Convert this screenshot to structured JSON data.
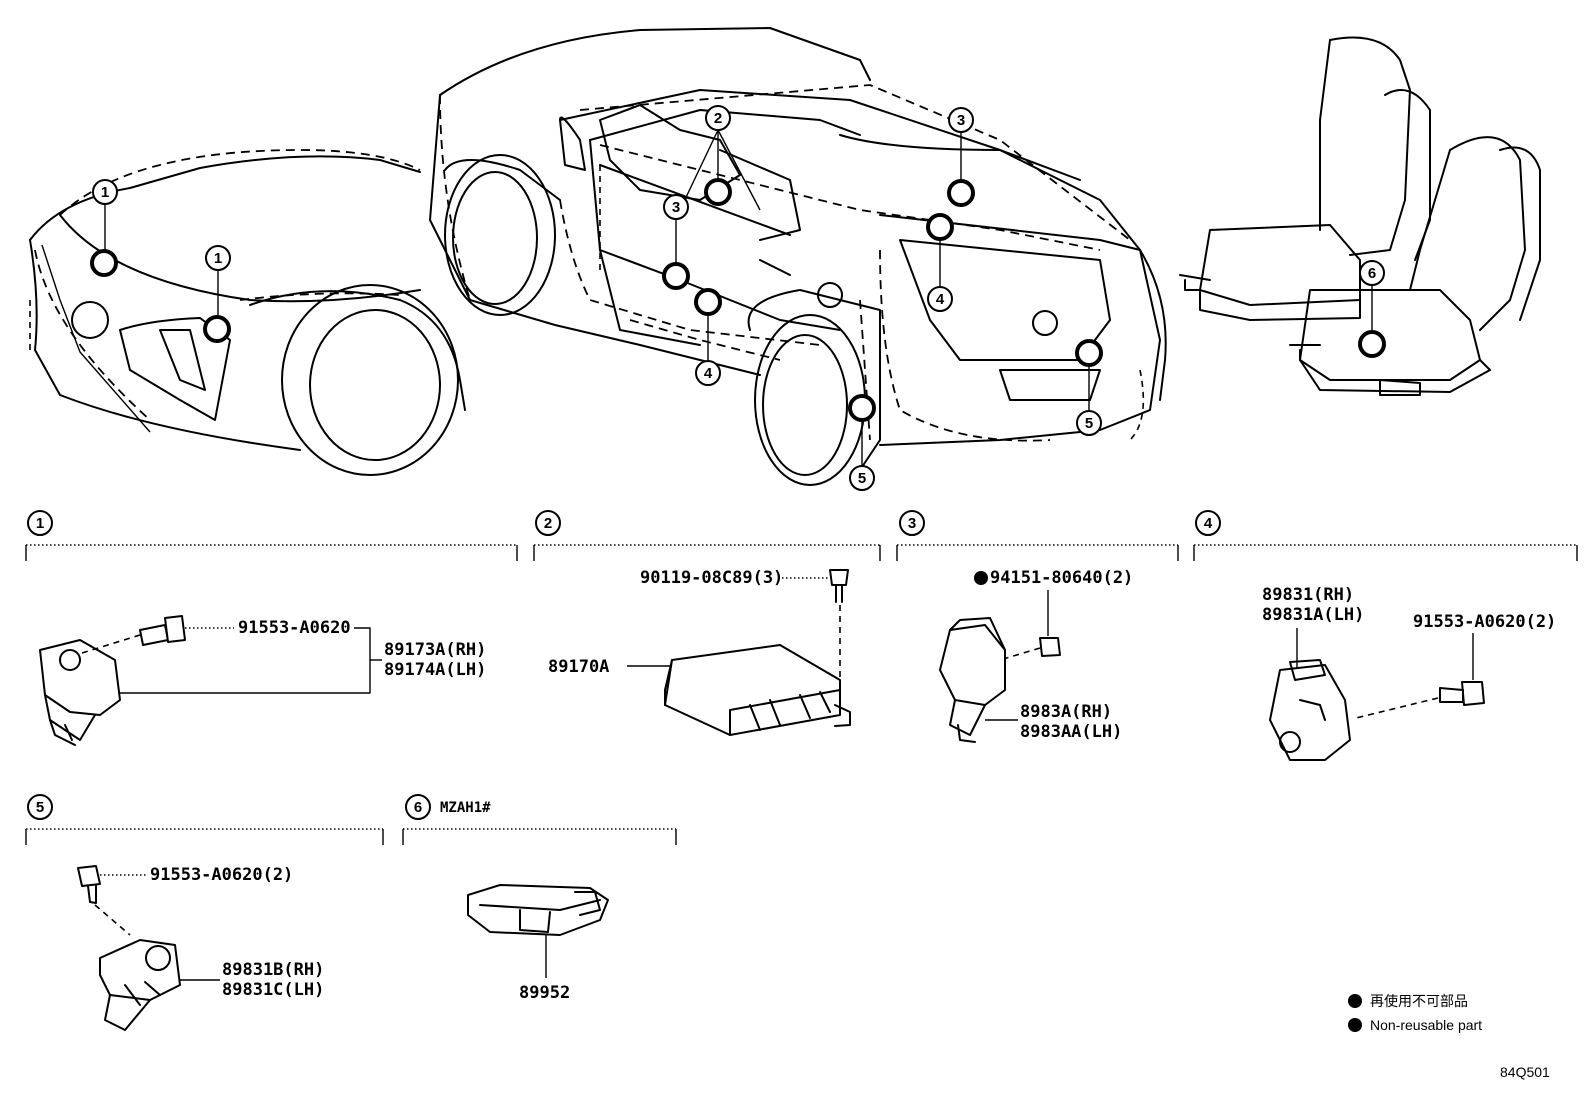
{
  "callouts": {
    "c1": "1",
    "c2": "2",
    "c3": "3",
    "c4": "4",
    "c5": "5",
    "c6": "6"
  },
  "sections": {
    "s1": {
      "num": "1",
      "bolt": "91553-A0620",
      "part_rh": "89173A(RH)",
      "part_lh": "89174A(LH)"
    },
    "s2": {
      "num": "2",
      "bolt": "90119-08C89(3)",
      "part": "89170A"
    },
    "s3": {
      "num": "3",
      "nut": "94151-80640(2)",
      "part_rh": "8983A(RH)",
      "part_lh": "8983AA(LH)"
    },
    "s4": {
      "num": "4",
      "part_rh": "89831(RH)",
      "part_lh": "89831A(LH)",
      "bolt": "91553-A0620(2)"
    },
    "s5": {
      "num": "5",
      "bolt": "91553-A0620(2)",
      "part_rh": "89831B(RH)",
      "part_lh": "89831C(LH)"
    },
    "s6": {
      "num": "6",
      "model": "MZAH1#",
      "part": "89952"
    }
  },
  "legend": {
    "jp": "再使用不可部品",
    "en": "Non-reusable part"
  },
  "diagram_code": "84Q501"
}
